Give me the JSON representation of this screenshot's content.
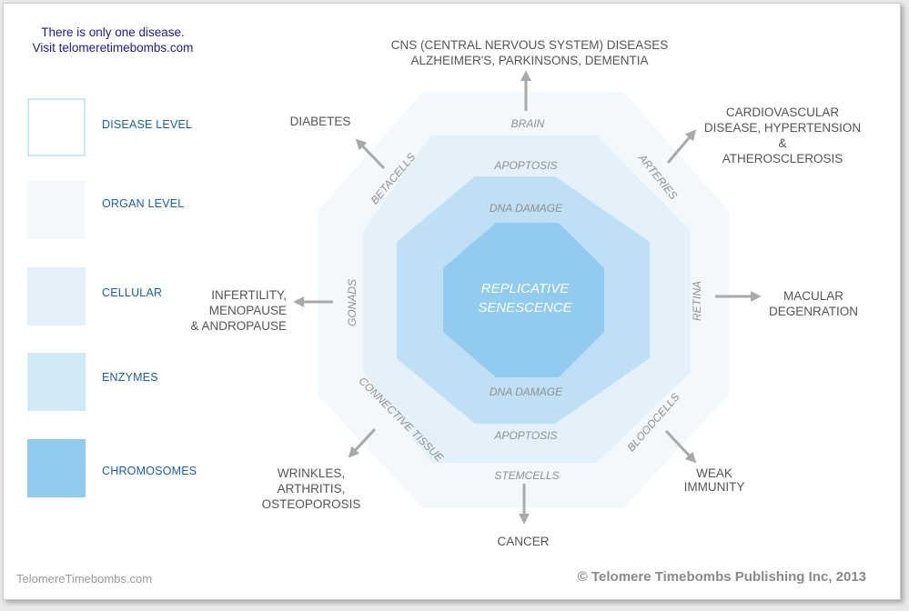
{
  "header": {
    "line1": "There is only one disease.",
    "line2": "Visit telomeretimebombs.com"
  },
  "colors": {
    "disease": "#f2f8fc",
    "organ": "#e4f1fa",
    "cellular": "#d2e9f7",
    "enzymes": "#bfe0f4",
    "chromosomes": "#92cbee",
    "legend_text": "#1c5fa6",
    "header_text": "#1b1b8c",
    "arrow": "#a9a9a9"
  },
  "legend": [
    {
      "label": "DISEASE LEVEL"
    },
    {
      "label": "ORGAN LEVEL"
    },
    {
      "label": "CELLULAR"
    },
    {
      "label": "ENZYMES"
    },
    {
      "label": "CHROMOSOMES"
    }
  ],
  "diagram": {
    "core": [
      "REPLICATIVE",
      "SENESCENCE"
    ],
    "enzymes": {
      "top": "DNA DAMAGE",
      "bottom": "DNA DAMAGE"
    },
    "cellular": {
      "top": "APOPTOSIS",
      "bottom": "APOPTOSIS"
    },
    "organs": {
      "brain": "BRAIN",
      "arteries": "ARTERIES",
      "retina": "RETINA",
      "bloodcells": "BLOODCELLS",
      "stemcells": "STEMCELLS",
      "connective_tissue": "CONNECTIVE TISSUE",
      "gonads": "GONADS",
      "betacells": "BETACELLS"
    },
    "diseases": {
      "cns": [
        "CNS (CENTRAL NERVOUS SYSTEM) DISEASES",
        "ALZHEIMER'S, PARKINSONS, DEMENTIA"
      ],
      "cardio": [
        "CARDIOVASCULAR",
        "DISEASE, HYPERTENSION",
        "&",
        "ATHEROSCLEROSIS"
      ],
      "macular": [
        "MACULAR",
        "DEGENRATION"
      ],
      "immunity": [
        "WEAK",
        "IMMUNITY"
      ],
      "cancer": [
        "CANCER"
      ],
      "wrinkles": [
        "WRINKLES,",
        "ARTHRITIS,",
        "OSTEOPOROSIS"
      ],
      "infertility": [
        "INFERTILITY,",
        "MENOPAUSE",
        "& ANDROPAUSE"
      ],
      "diabetes": [
        "DIABETES"
      ]
    }
  },
  "footer": {
    "left": "TelomereTimebombs.com",
    "right": "©  Telomere Timebombs Publishing Inc, 2013"
  }
}
